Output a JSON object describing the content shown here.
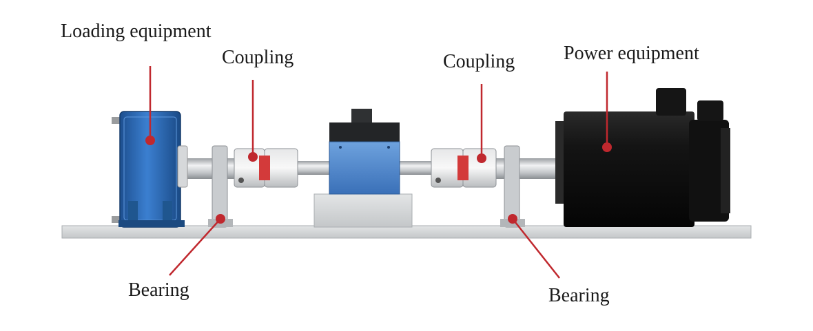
{
  "labels": {
    "loading_equipment": "Loading equipment",
    "coupling_left": "Coupling",
    "coupling_right": "Coupling",
    "power_equipment": "Power equipment",
    "bearing_left": "Bearing",
    "bearing_right": "Bearing"
  },
  "colors": {
    "leader": "#c0282e",
    "loading_body": "#2d6cb3",
    "sensor_body": "#4f88cf",
    "motor_body": "#111111",
    "base_plate": "#d7d9db",
    "coupling_jaw": "#d33a3a"
  }
}
